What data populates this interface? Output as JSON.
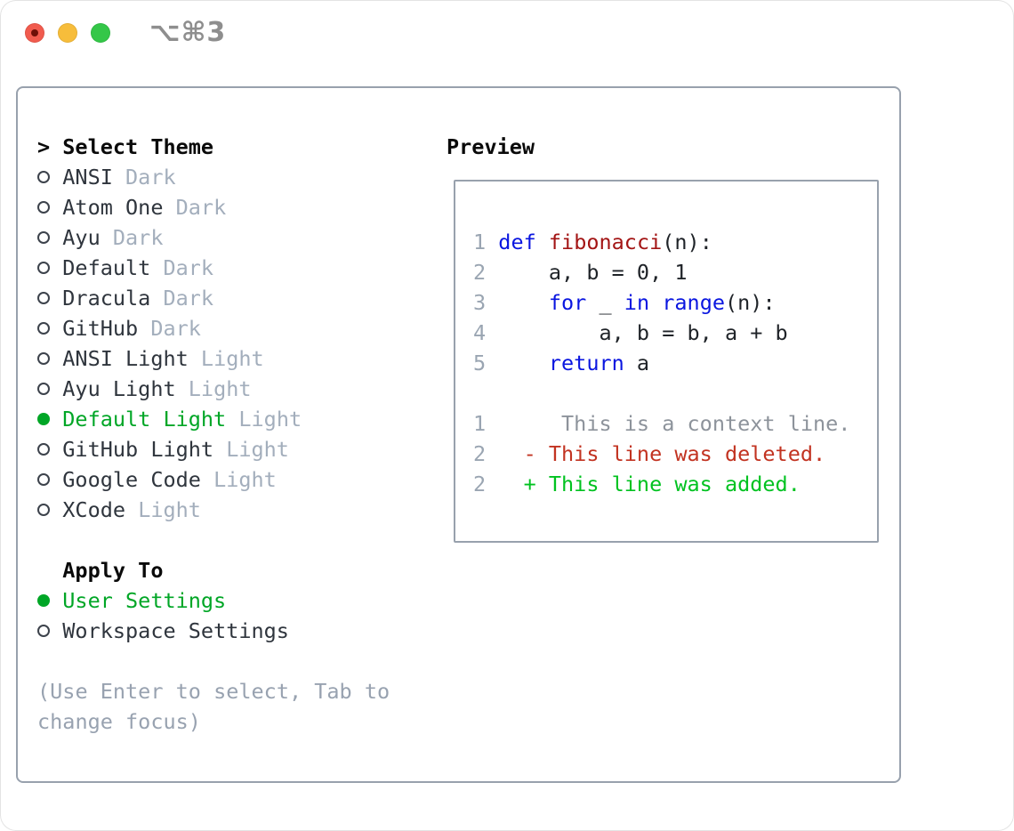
{
  "window": {
    "title": "⌥⌘3",
    "traffic_lights": [
      "close-button",
      "minimize-button",
      "zoom-button"
    ]
  },
  "theme_panel": {
    "header_prefix": ">",
    "header": "Select Theme",
    "themes": [
      {
        "name": "ANSI",
        "variant": "Dark",
        "selected": false
      },
      {
        "name": "Atom One",
        "variant": "Dark",
        "selected": false
      },
      {
        "name": "Ayu",
        "variant": "Dark",
        "selected": false
      },
      {
        "name": "Default",
        "variant": "Dark",
        "selected": false
      },
      {
        "name": "Dracula",
        "variant": "Dark",
        "selected": false
      },
      {
        "name": "GitHub",
        "variant": "Dark",
        "selected": false
      },
      {
        "name": "ANSI Light",
        "variant": "Light",
        "selected": false
      },
      {
        "name": "Ayu Light",
        "variant": "Light",
        "selected": false
      },
      {
        "name": "Default Light",
        "variant": "Light",
        "selected": true
      },
      {
        "name": "GitHub Light",
        "variant": "Light",
        "selected": false
      },
      {
        "name": "Google Code",
        "variant": "Light",
        "selected": false
      },
      {
        "name": "XCode",
        "variant": "Light",
        "selected": false
      }
    ],
    "apply_to": {
      "header": "Apply To",
      "options": [
        {
          "name": "User Settings",
          "selected": true
        },
        {
          "name": "Workspace Settings",
          "selected": false
        }
      ]
    },
    "help": "(Use Enter to select, Tab to change focus)"
  },
  "preview": {
    "header": "Preview",
    "code_lines": [
      {
        "num": "1",
        "segments": [
          {
            "t": "def",
            "c": "kw"
          },
          {
            "t": " ",
            "c": "p"
          },
          {
            "t": "fibonacci",
            "c": "fn"
          },
          {
            "t": "(n):",
            "c": "p"
          }
        ]
      },
      {
        "num": "2",
        "segments": [
          {
            "t": "    a, b = 0, 1",
            "c": "p"
          }
        ]
      },
      {
        "num": "3",
        "segments": [
          {
            "t": "    ",
            "c": "p"
          },
          {
            "t": "for",
            "c": "kw"
          },
          {
            "t": " _ ",
            "c": "p"
          },
          {
            "t": "in",
            "c": "kw"
          },
          {
            "t": " ",
            "c": "p"
          },
          {
            "t": "range",
            "c": "kw"
          },
          {
            "t": "(n):",
            "c": "p"
          }
        ]
      },
      {
        "num": "4",
        "segments": [
          {
            "t": "        a, b = b, a + b",
            "c": "p"
          }
        ]
      },
      {
        "num": "5",
        "segments": [
          {
            "t": "    ",
            "c": "p"
          },
          {
            "t": "return",
            "c": "kw"
          },
          {
            "t": " a",
            "c": "p"
          }
        ]
      },
      {
        "num": "",
        "segments": []
      },
      {
        "num": "1",
        "segments": [
          {
            "t": "     This is a context line.",
            "c": "ctx"
          }
        ]
      },
      {
        "num": "2",
        "segments": [
          {
            "t": "  ",
            "c": "p"
          },
          {
            "t": "- This line was deleted.",
            "c": "del"
          }
        ]
      },
      {
        "num": "2",
        "segments": [
          {
            "t": "  ",
            "c": "p"
          },
          {
            "t": "+ This line was added.",
            "c": "add"
          }
        ]
      }
    ]
  },
  "colors": {
    "p": "#1f2328",
    "kw": "#0a16e0",
    "fn": "#a31515",
    "ctx": "#8d939b",
    "del": "#c23321",
    "add": "#00c220",
    "num": "#9aa5b2",
    "selected_green": "#00a626",
    "item_text": "#2f353d",
    "variant_gray": "#a3aebc",
    "border_gray": "#98a1ad"
  }
}
